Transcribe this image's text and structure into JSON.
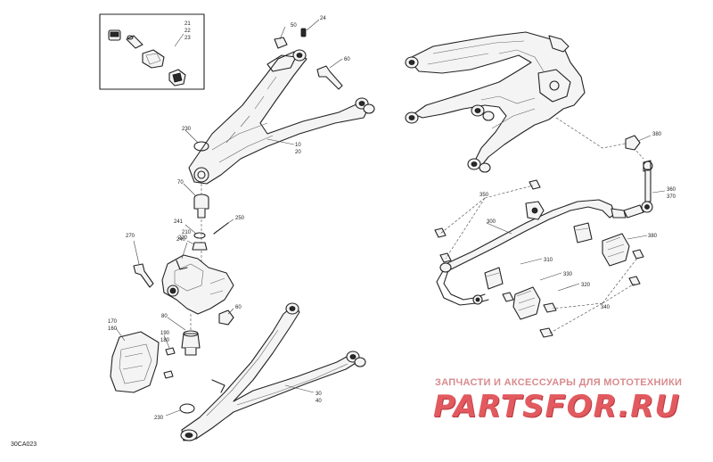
{
  "diagram": {
    "code": "30CA023",
    "callouts": {
      "inset_21": "21",
      "inset_22": "22",
      "inset_23": "23",
      "c50": "50",
      "c24": "24",
      "c60_top": "60",
      "c230_upper": "230",
      "c10": "10",
      "c20": "20",
      "c70": "70",
      "c241": "241",
      "c250": "250",
      "c240": "240",
      "c270": "270",
      "c210": "210",
      "c220": "220",
      "c80": "80",
      "c60_mid": "60",
      "c170": "170",
      "c160": "160",
      "c190": "190",
      "c180": "180",
      "c30": "30",
      "c40": "40",
      "c230_lower": "230",
      "c380_top": "380",
      "c360": "360",
      "c370": "370",
      "c350": "350",
      "c300": "300",
      "c380_mid": "380",
      "c310": "310",
      "c330": "330",
      "c320": "320",
      "c340": "340"
    }
  },
  "watermark": {
    "caption": "ЗАПЧАСТИ И АКСЕССУАРЫ ДЛЯ МОТОТЕХНИКИ",
    "logo": "PARTSFOR.RU"
  }
}
